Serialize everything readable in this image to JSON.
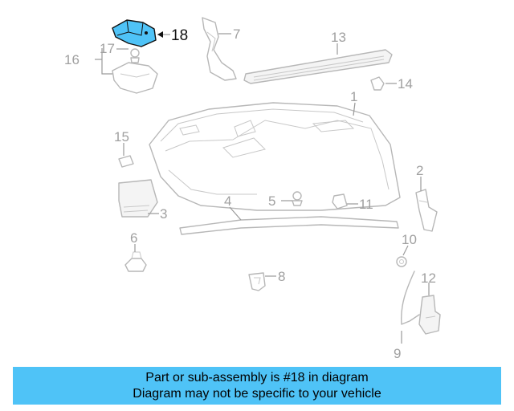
{
  "banner": {
    "line1": "Part or sub-assembly is #18 in diagram",
    "line2": "Diagram may not be specific to your vehicle"
  },
  "highlight_color": "#4fc3f7",
  "highlighted_callout": "18",
  "callouts": {
    "c1": "1",
    "c2": "2",
    "c3": "3",
    "c4": "4",
    "c5": "5",
    "c6": "6",
    "c7": "7",
    "c8": "8",
    "c9": "9",
    "c10": "10",
    "c11": "11",
    "c12": "12",
    "c13": "13",
    "c14": "14",
    "c15": "15",
    "c16": "16",
    "c17": "17",
    "c18": "18"
  }
}
